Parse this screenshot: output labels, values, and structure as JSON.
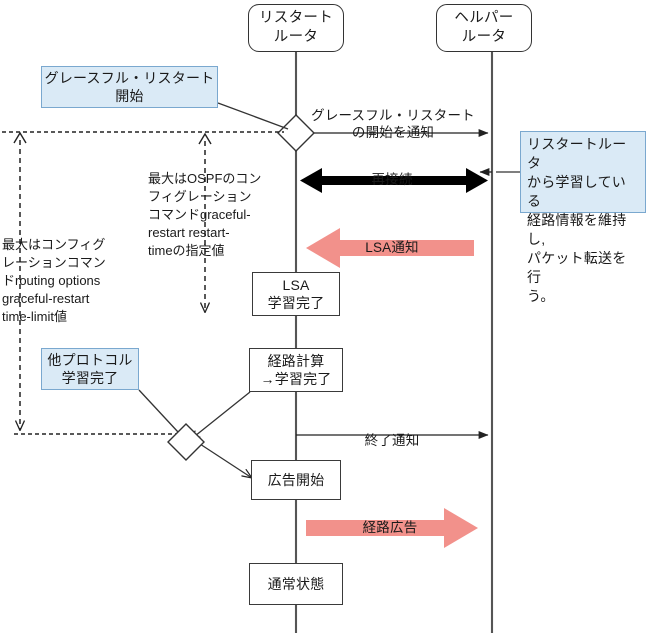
{
  "diagram": {
    "type": "sequence-diagram",
    "title_visible": false,
    "colors": {
      "note_fill": "#DAEAF6",
      "note_border": "#7AA8CF",
      "thick_arrow": "#F2918B",
      "line": "#333333",
      "lifeline": "#555555",
      "background": "#FFFFFF"
    }
  },
  "actors": {
    "restart_router": "リスタート\nルータ",
    "helper_router": "ヘルパー\nルータ"
  },
  "notes": {
    "graceful_restart_start": "グレースフル・リスタート\n開始",
    "other_protocol_done": "他プロトコル\n学習完了",
    "helper_behavior": "リスタートルータ\nから学習している\n経路情報を維持し,\nパケット転送を行\nう。"
  },
  "annotations": {
    "left_timer": "最大はコンフィグ\nレーションコマン\nドrouting options\ngraceful-restart\ntime-limit値",
    "middle_timer": "最大はOSPFのコン\nフィグレーション\nコマンドgraceful-\nrestart restart-\ntimeの指定値"
  },
  "messages": [
    {
      "id": "notify-start",
      "label": "グレースフル・リスタート\nの開始を通知",
      "direction": "right",
      "style": "thin"
    },
    {
      "id": "reconnect",
      "label": "再接続",
      "direction": "both",
      "style": "thick-black"
    },
    {
      "id": "lsa-notify",
      "label": "LSA通知",
      "direction": "left",
      "style": "thick-pink"
    },
    {
      "id": "end-notify",
      "label": "終了通知",
      "direction": "right",
      "style": "thin"
    },
    {
      "id": "route-advertise",
      "label": "経路広告",
      "direction": "right",
      "style": "thick-pink"
    }
  ],
  "process_boxes": [
    {
      "id": "lsa-learn-done",
      "label": "LSA\n学習完了"
    },
    {
      "id": "route-calc-done",
      "label": "経路計算\n→学習完了"
    },
    {
      "id": "advertise-start",
      "label": "広告開始"
    },
    {
      "id": "normal-state",
      "label": "通常状態"
    }
  ],
  "junctions": [
    {
      "id": "start-decision",
      "shape": "diamond"
    },
    {
      "id": "join-decision",
      "shape": "diamond"
    }
  ]
}
